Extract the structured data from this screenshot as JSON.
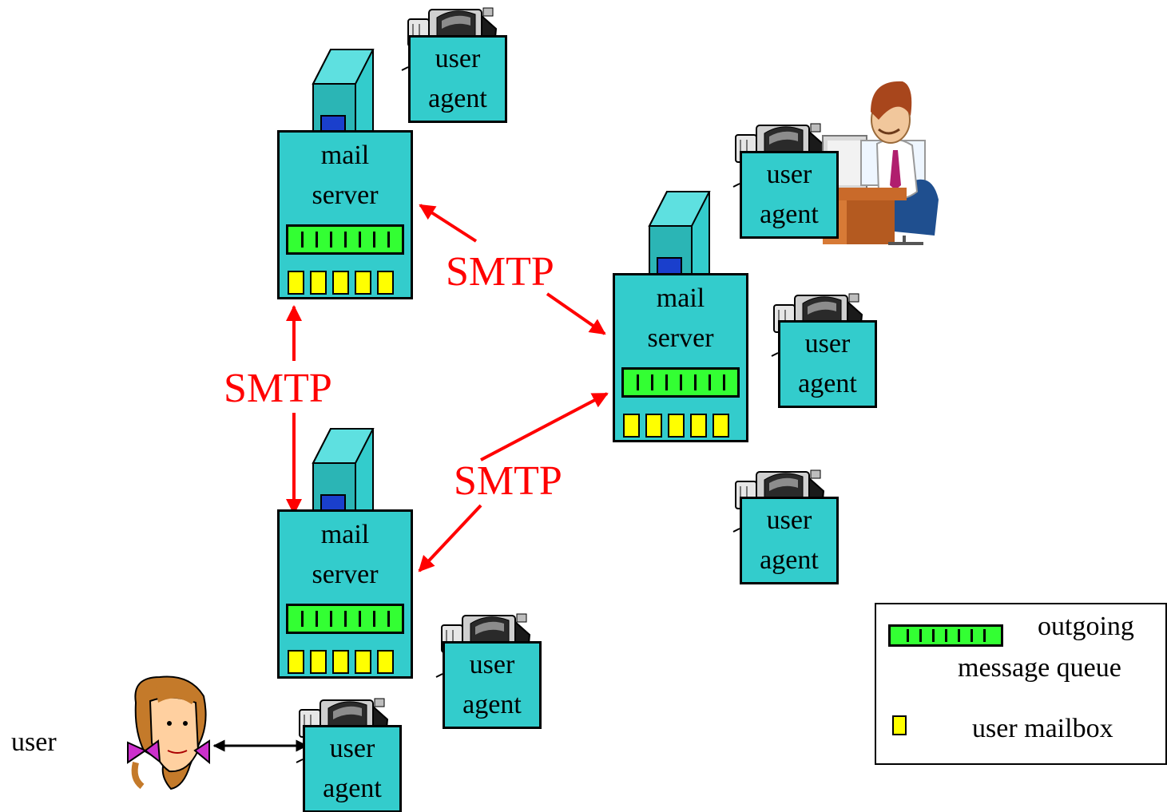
{
  "servers": [
    {
      "line1": "mail",
      "line2": "server"
    },
    {
      "line1": "mail",
      "line2": "server"
    },
    {
      "line1": "mail",
      "line2": "server"
    }
  ],
  "user_agents": [
    {
      "line1": "user",
      "line2": "agent"
    },
    {
      "line1": "user",
      "line2": "agent"
    },
    {
      "line1": "user",
      "line2": "agent"
    },
    {
      "line1": "user",
      "line2": "agent"
    },
    {
      "line1": "user",
      "line2": "agent"
    },
    {
      "line1": "user",
      "line2": "agent"
    }
  ],
  "links": [
    "SMTP",
    "SMTP",
    "SMTP"
  ],
  "user_label": "user",
  "legend": {
    "queue_line1": "outgoing",
    "queue_line2": "message queue",
    "mailbox": "user mailbox"
  },
  "colors": {
    "agent_fill": "#33cccc",
    "queue_fill": "#33ff33",
    "mailbox_fill": "#ffff00",
    "smtp_arrow": "#ff0000",
    "tower_front": "#2bb5b5",
    "tower_drive": "#1a3fcc"
  },
  "icons": [
    "terminal-icon",
    "server-tower-icon",
    "office-worker-illustration",
    "girl-clipart-icon"
  ]
}
